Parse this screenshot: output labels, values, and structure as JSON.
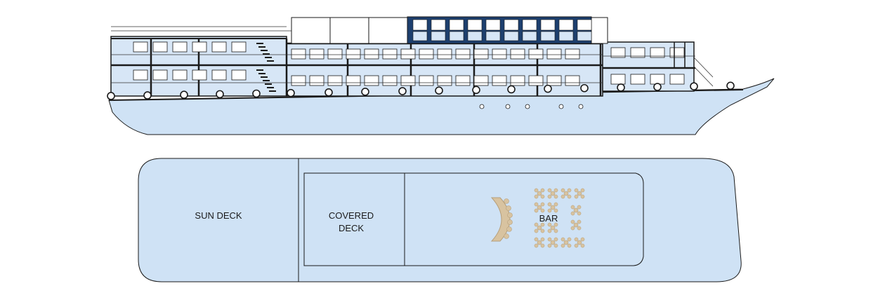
{
  "plan": {
    "labels": {
      "sun_deck": "SUN DECK",
      "covered_deck_line1": "COVERED",
      "covered_deck_line2": "DECK",
      "bar": "BAR"
    },
    "colors": {
      "hull_fill": "#cfe2f5",
      "outline": "#1a1a1a",
      "highlight_deck": "#1d3f6e",
      "furniture": "#d8c3a0"
    }
  }
}
